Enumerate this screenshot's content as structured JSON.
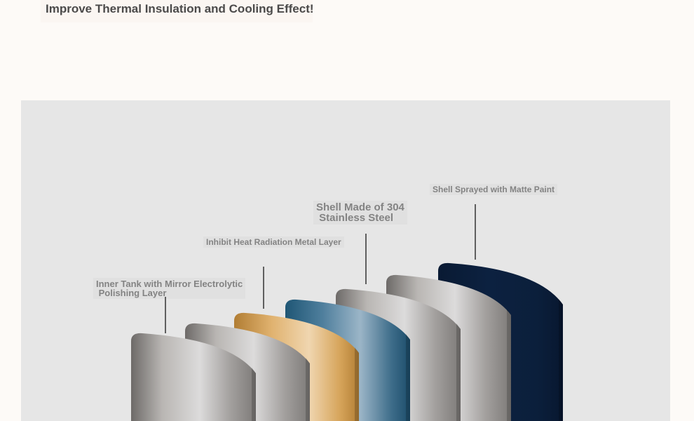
{
  "headline": "Improve Thermal Insulation and Cooling Effect!",
  "layers": [
    {
      "label": "Inner Tank with Mirror Electrolytic\n Polishing Layer",
      "material": "brushed-steel"
    },
    {
      "label": "",
      "material": "brushed-steel"
    },
    {
      "label": "Inhibit Heat Radiation Metal Layer",
      "material": "copper"
    },
    {
      "label": "",
      "material": "blue-steel"
    },
    {
      "label": "Shell Made of 304\n Stainless Steel",
      "material": "brushed-steel"
    },
    {
      "label": "",
      "material": "brushed-steel"
    },
    {
      "label": "Shell Sprayed with Matte Paint",
      "material": "navy-matte"
    }
  ],
  "colors": {
    "background": "#fdfaf7",
    "panel": "#e6e6e6",
    "headline_text": "#4b4a4a",
    "label_text": "#838383",
    "leader_line": "#5f5f5f",
    "steel": [
      "#6d6a68",
      "#b9b6b3",
      "#dcdbdb",
      "#a29f9d",
      "#7d7a78"
    ],
    "copper": [
      "#b17d33",
      "#e0b26f",
      "#f0d6b0",
      "#d6a45a",
      "#b27e34"
    ],
    "blue": [
      "#1f5675",
      "#4f7f9d",
      "#9bb5c7",
      "#3e6d8a",
      "#1c4d6b"
    ],
    "navy": [
      "#091a33",
      "#0c2140",
      "#0b1f3b",
      "#081730"
    ]
  }
}
